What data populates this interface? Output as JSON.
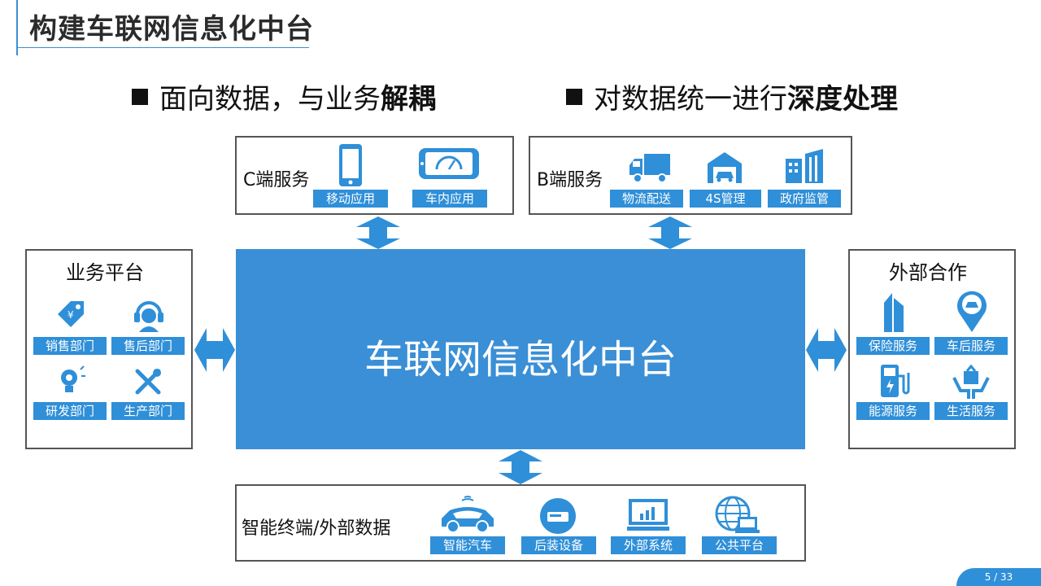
{
  "page_title": "构建车联网信息化中台",
  "headlines": {
    "left": {
      "normal": "面向数据，与业务",
      "bold": "解耦"
    },
    "right": {
      "normal": "对数据统一进行",
      "bold": "深度处理"
    }
  },
  "center_title": "车联网信息化中台",
  "c_service": {
    "title": "C端服务",
    "items": [
      "移动应用",
      "车内应用"
    ]
  },
  "b_service": {
    "title": "B端服务",
    "items": [
      "物流配送",
      "4S管理",
      "政府监管"
    ]
  },
  "business": {
    "title": "业务平台",
    "items": [
      "销售部门",
      "售后部门",
      "研发部门",
      "生产部门"
    ]
  },
  "external": {
    "title": "外部合作",
    "items": [
      "保险服务",
      "车后服务",
      "能源服务",
      "生活服务"
    ]
  },
  "terminal": {
    "title": "智能终端/外部数据",
    "items": [
      "智能汽车",
      "后装设备",
      "外部系统",
      "公共平台"
    ]
  },
  "page_number": "5 / 33",
  "colors": {
    "accent": "#3a8fd6",
    "pill": "#2f8fd8",
    "border": "#555555"
  }
}
